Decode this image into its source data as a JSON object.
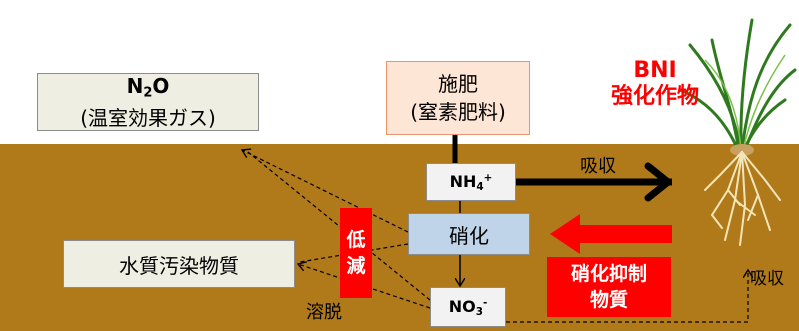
{
  "colors": {
    "soil": "#b07a1b",
    "gas_box": "#eeeee3",
    "fertilizer_box": "#fde6d5",
    "fertilizer_border": "#e8966a",
    "nitrification_box": "#bfd4e8",
    "ion_box": "#f2f2f2",
    "red": "#ff0000"
  },
  "n2o": {
    "formula_main": "N",
    "formula_sub": "2",
    "formula_tail": "O",
    "line2": "(温室効果ガス)"
  },
  "fertilizer": {
    "line1": "施肥",
    "line2": "(窒素肥料)"
  },
  "bni": {
    "line1": "BNI",
    "line2": "強化作物"
  },
  "ammonium": {
    "base": "NH",
    "sub": "4",
    "sup": "+"
  },
  "nitrification": {
    "label": "硝化"
  },
  "nitrate": {
    "base": "NO",
    "sub": "3",
    "sup": "-"
  },
  "water_pollution": {
    "label": "水質汚染物質"
  },
  "reduction": {
    "chars": [
      "低",
      "減"
    ]
  },
  "inhibitor": {
    "line1": "硝化抑制",
    "line2": "物質"
  },
  "absorb_top": {
    "label": "吸収"
  },
  "absorb_right": {
    "label": "吸収"
  },
  "leaching": {
    "label": "溶脱"
  }
}
